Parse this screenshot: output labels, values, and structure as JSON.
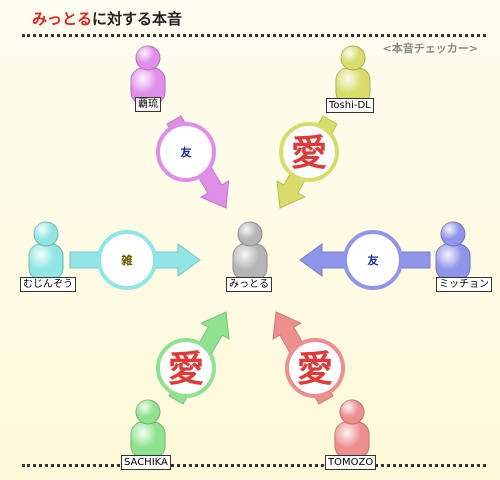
{
  "header": {
    "name": "みっとる",
    "suffix": "に対する本音",
    "checker": "<本音チェッカー>"
  },
  "center": {
    "label": "みっとる",
    "color": "#b5b5b5"
  },
  "people": [
    {
      "id": "haru",
      "label": "覇琉",
      "color": "#e08fe8",
      "badge": "友",
      "badge_color": "#1a2a9a"
    },
    {
      "id": "toshi",
      "label": "Toshi-DL",
      "color": "#d8dc6a",
      "badge": "愛",
      "badge_color": "#e03a3a"
    },
    {
      "id": "mujin",
      "label": "むじんぞう",
      "color": "#8fe6e4",
      "badge": "雑",
      "badge_color": "#6b5a00"
    },
    {
      "id": "mitchon",
      "label": "ミッチョン",
      "color": "#8f95e8",
      "badge": "友",
      "badge_color": "#1a2a9a"
    },
    {
      "id": "sachika",
      "label": "SACHIKA",
      "color": "#8fe28f",
      "badge": "愛",
      "badge_color": "#e03a3a"
    },
    {
      "id": "tomozo",
      "label": "TOMOZO",
      "color": "#ee8f8f",
      "badge": "愛",
      "badge_color": "#e03a3a"
    }
  ]
}
